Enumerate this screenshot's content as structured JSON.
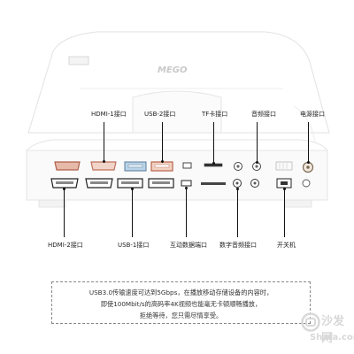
{
  "brand": "MEGO",
  "labels": {
    "hdmi1": "HDMI-1接口",
    "usb2": "USB-2接口",
    "tf": "TF卡接口",
    "audio": "音频接口",
    "power": "电源接口",
    "hdmi2": "HDMI-2接口",
    "usb1": "USB-1接口",
    "interactive": "互动数据端口",
    "digital_audio": "数字音频接口",
    "switch": "开关机"
  },
  "note": {
    "line1": "USB3.0传输速度可达到5Gbps，在播放移动存储设备的内容时，",
    "line2": "即使100Mbit/s的高码率4K视频也能毫无卡顿顺畅播放，",
    "line3": "拒绝等待，您只需尽情享受。"
  },
  "watermark": {
    "cn": "沙发网",
    "en": "Shafa.com"
  }
}
